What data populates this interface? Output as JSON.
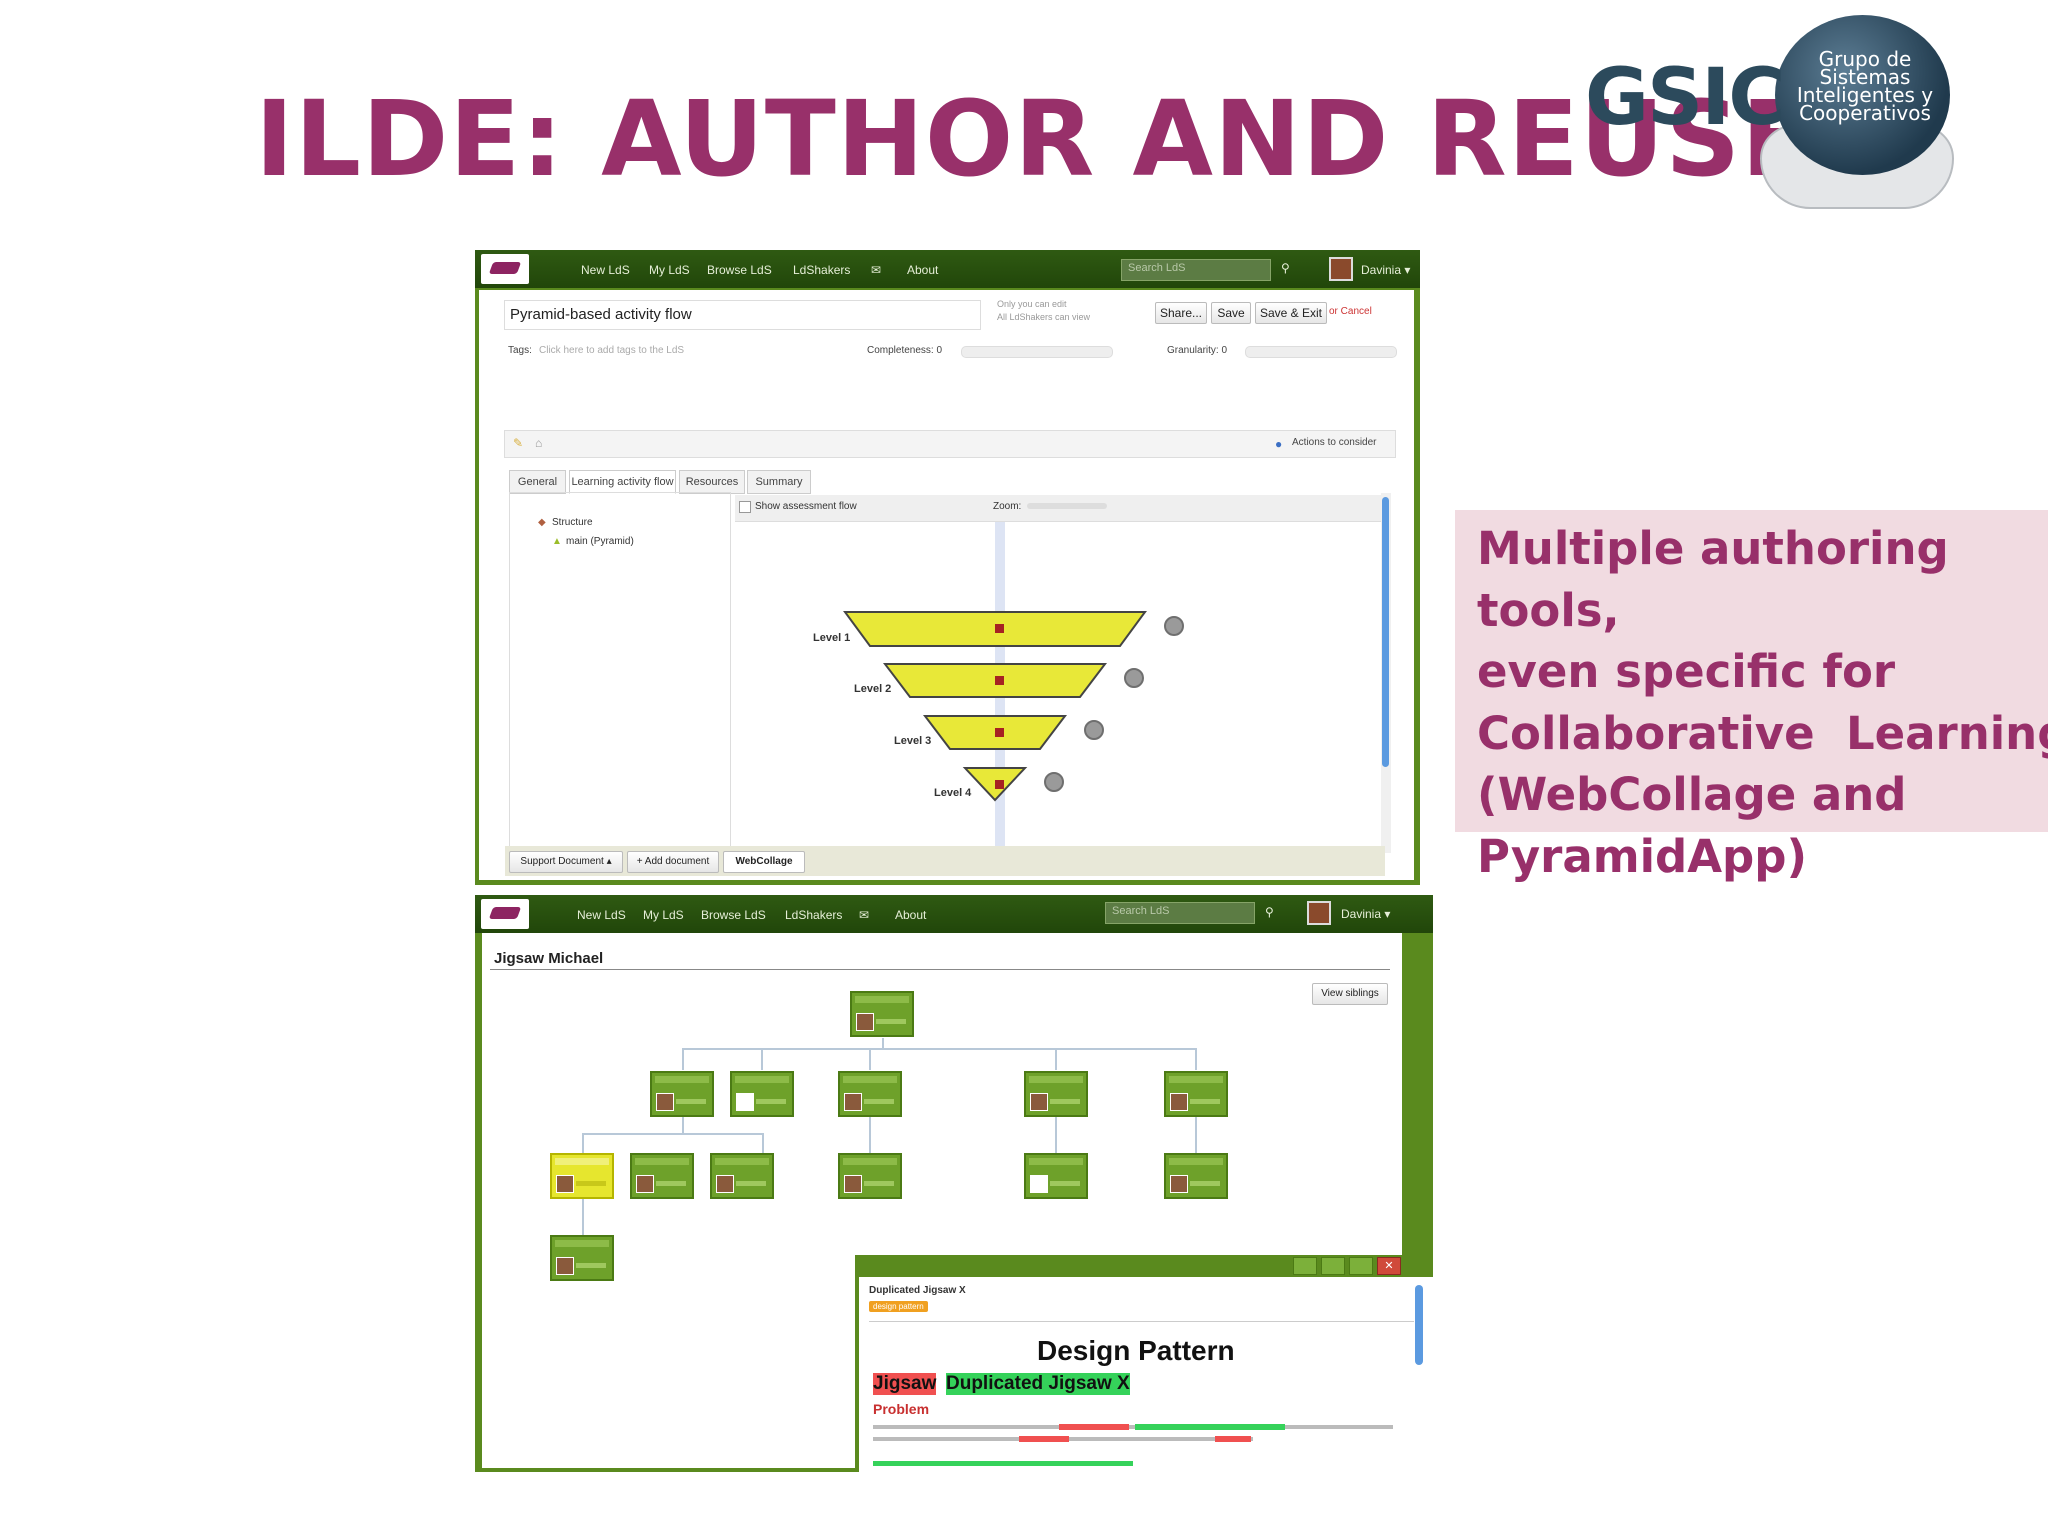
{
  "slide": {
    "title": "ILDE: AUTHOR AND REUSE",
    "callout_lines": [
      "Multiple authoring tools,",
      "even specific for",
      "Collaborative  Learning",
      "(WebCollage and",
      "PyramidApp)"
    ],
    "colors": {
      "title": "#98306a",
      "callout_bg": "#f1dbe1"
    }
  },
  "logo": {
    "text": "GSIC",
    "globe_lines": [
      "Grupo de",
      "Sistemas",
      "Inteligentes y",
      "Cooperativos"
    ]
  },
  "shot1": {
    "nav": {
      "items": [
        "New LdS",
        "My LdS",
        "Browse LdS",
        "LdShakers",
        "✉",
        "About"
      ],
      "search_placeholder": "Search LdS",
      "user": "Davinia ▾"
    },
    "title_value": "Pyramid-based activity flow",
    "permission_lines": [
      "Only you can edit",
      "All LdShakers can view"
    ],
    "buttons": {
      "share": "Share...",
      "save": "Save",
      "save_exit": "Save & Exit",
      "cancel": "or Cancel"
    },
    "tags_label": "Tags:",
    "tags_placeholder": "Click here to add tags to the LdS",
    "completeness": "Completeness: 0",
    "granularity": "Granularity: 0",
    "actions": "Actions to consider",
    "tabs": [
      "General",
      "Learning activity flow",
      "Resources",
      "Summary"
    ],
    "tree": {
      "root": "Structure",
      "child": "main (Pyramid)"
    },
    "show_assessment": "Show assessment flow",
    "zoom": "Zoom:",
    "levels": [
      "Level 1",
      "Level 2",
      "Level 3",
      "Level 4"
    ],
    "footer": {
      "support": "Support Document ▴",
      "add": "+ Add document",
      "tool": "WebCollage"
    }
  },
  "shot2": {
    "nav": {
      "items": [
        "New LdS",
        "My LdS",
        "Browse LdS",
        "LdShakers",
        "✉",
        "About"
      ],
      "search_placeholder": "Search LdS",
      "user": "Davinia ▾"
    },
    "title": "Jigsaw Michael",
    "view_siblings": "View siblings",
    "design_window": {
      "name": "Duplicated Jigsaw X",
      "badge": "design pattern",
      "heading": "Design Pattern",
      "tag_red": "Jigsaw",
      "tag_green": "Duplicated Jigsaw X",
      "problem": "Problem"
    }
  }
}
